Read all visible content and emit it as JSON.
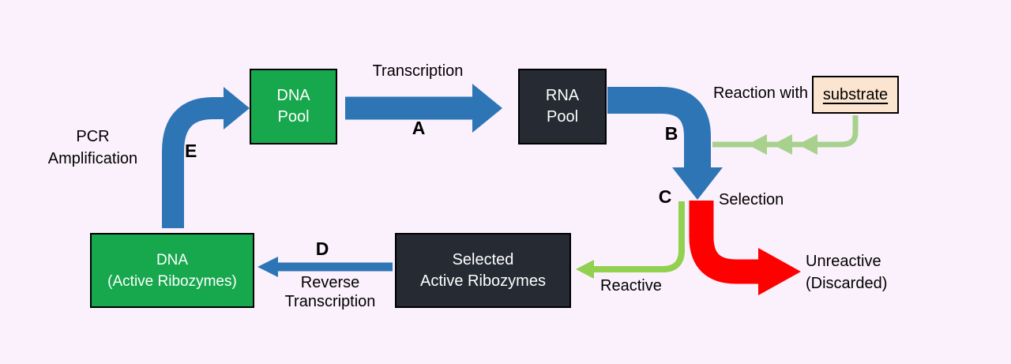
{
  "colors": {
    "background": "#FBF1FC",
    "blue_arrow": "#2E75B6",
    "green_box": "#17A84E",
    "dark_box": "#252A33",
    "red_arrow": "#FE0000",
    "pale_green_line": "#A9D18E",
    "bright_green_line": "#92D050",
    "substrate_box_fill": "#FBE5D0",
    "box_border": "#000000",
    "label_text": "#000000",
    "box_text": "#FFFFFF"
  },
  "boxes": {
    "dna_pool": {
      "line1": "DNA",
      "line2": "Pool"
    },
    "rna_pool": {
      "line1": "RNA",
      "line2": "Pool"
    },
    "substrate": {
      "label": "substrate"
    },
    "selected_ribozymes": {
      "line1": "Selected",
      "line2": "Active Ribozymes"
    },
    "dna_active_ribozymes": {
      "line1": "DNA",
      "line2": "(Active Ribozymes)"
    }
  },
  "labels": {
    "transcription": "Transcription",
    "step_a": "A",
    "step_b": "B",
    "step_c": "C",
    "step_d": "D",
    "step_e": "E",
    "reaction_with": "Reaction with",
    "selection": "Selection",
    "unreactive_line1": "Unreactive",
    "unreactive_line2": "(Discarded)",
    "reactive": "Reactive",
    "reverse_transcription_line1": "Reverse",
    "reverse_transcription_line2": "Transcription",
    "pcr_line1": "PCR",
    "pcr_line2": "Amplification"
  }
}
